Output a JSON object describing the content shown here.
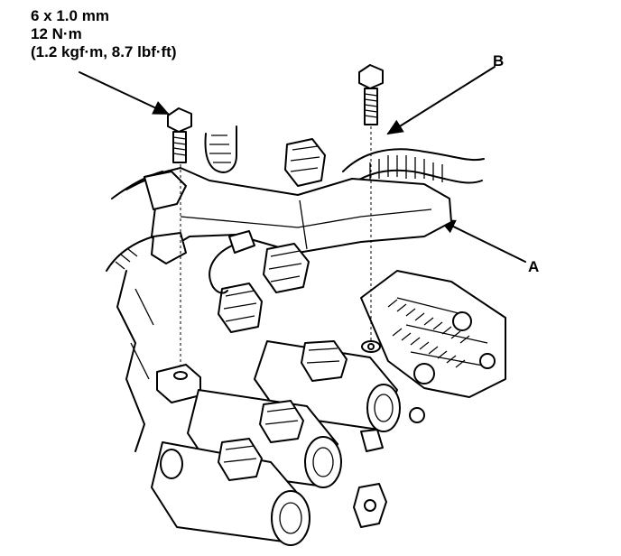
{
  "specification": {
    "bolt_size": "6 x 1.0 mm",
    "torque_nm": "12 N·m",
    "torque_alt": "(1.2 kgf·m, 8.7 lbf·ft)"
  },
  "callouts": {
    "a": "A",
    "b": "B"
  }
}
